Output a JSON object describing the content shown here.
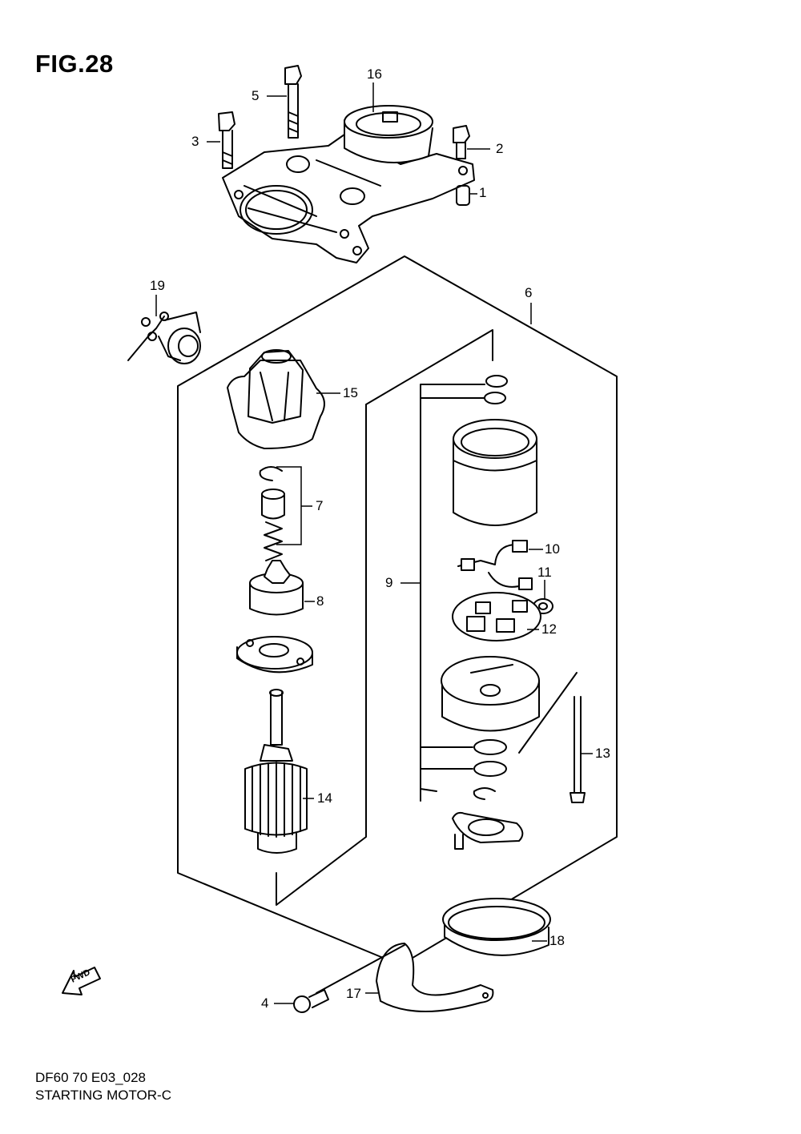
{
  "figure": {
    "title": "FIG.28",
    "code": "DF60 70 E03_028",
    "name": "STARTING MOTOR-C",
    "fwd_label": "FWD"
  },
  "callouts": [
    {
      "id": "callout-1",
      "label": "1"
    },
    {
      "id": "callout-2",
      "label": "2"
    },
    {
      "id": "callout-3",
      "label": "3"
    },
    {
      "id": "callout-4",
      "label": "4"
    },
    {
      "id": "callout-5",
      "label": "5"
    },
    {
      "id": "callout-6",
      "label": "6"
    },
    {
      "id": "callout-7",
      "label": "7"
    },
    {
      "id": "callout-8",
      "label": "8"
    },
    {
      "id": "callout-9",
      "label": "9"
    },
    {
      "id": "callout-10",
      "label": "10"
    },
    {
      "id": "callout-11",
      "label": "11"
    },
    {
      "id": "callout-12",
      "label": "12"
    },
    {
      "id": "callout-13",
      "label": "13"
    },
    {
      "id": "callout-14",
      "label": "14"
    },
    {
      "id": "callout-15",
      "label": "15"
    },
    {
      "id": "callout-16",
      "label": "16"
    },
    {
      "id": "callout-17",
      "label": "17"
    },
    {
      "id": "callout-18",
      "label": "18"
    },
    {
      "id": "callout-19",
      "label": "19"
    }
  ]
}
